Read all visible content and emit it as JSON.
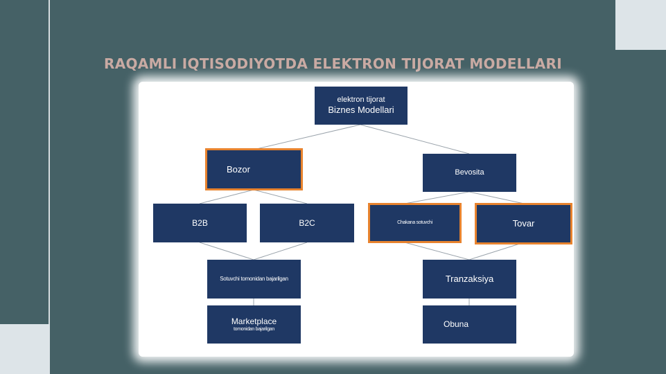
{
  "slide": {
    "title": "RAQAMLI IQTISODIYOTDA ELEKTRON TIJORAT MODELLARI"
  },
  "diagram": {
    "root": {
      "line1": "elektron tijorat",
      "line2": "Biznes Modellari"
    },
    "bozor": {
      "label": "Bozor"
    },
    "bevosita": {
      "label": "Bevosita"
    },
    "b2b": {
      "label": "B2B"
    },
    "b2c": {
      "label": "B2C"
    },
    "chakana": {
      "label": "Chakana sotuvchi"
    },
    "tovar": {
      "label": "Tovar"
    },
    "sotuvchi": {
      "label": "Sotuvchi tomonidan bajarilgan"
    },
    "tranzaksiya": {
      "label": "Tranzaksiya"
    },
    "marketplace": {
      "line1": "Marketplace",
      "line2": "tomonidan bajarilgan"
    },
    "obuna": {
      "label": "Obuna"
    }
  },
  "colors": {
    "background": "#456166",
    "node_fill": "#1f3864",
    "highlight_border": "#e8832e",
    "title": "#c9aaa3"
  }
}
